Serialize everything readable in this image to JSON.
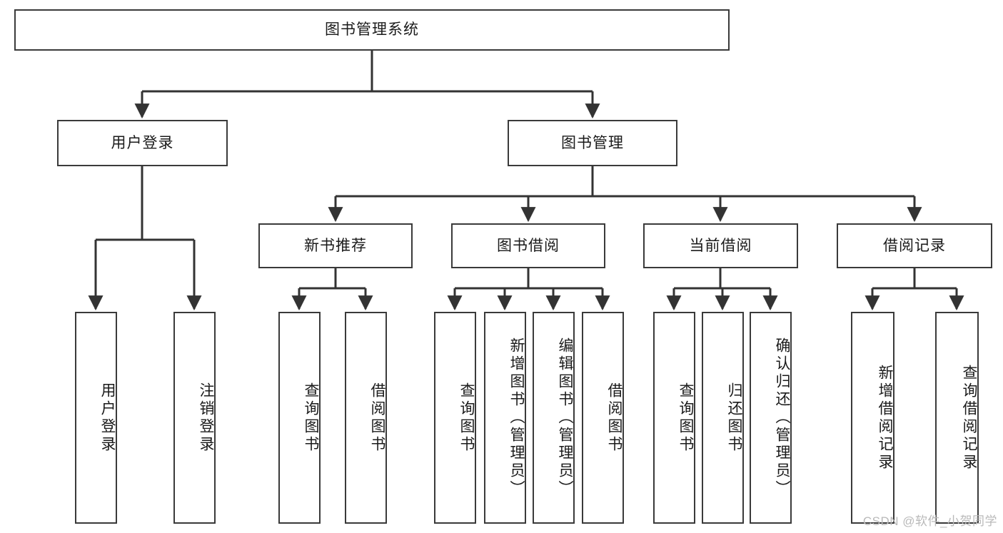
{
  "diagram": {
    "title": "图书管理系统",
    "type": "tree",
    "watermark": "CSDN @软件_小贺同学",
    "colors": {
      "box_border": "#3a3a3a",
      "box_fill": "#ffffff",
      "connector": "#333333",
      "text": "#1a1a1a",
      "watermark": "#b9b9b9"
    },
    "levels": {
      "root": {
        "label": "图书管理系统"
      },
      "level2": [
        {
          "label": "用户登录"
        },
        {
          "label": "图书管理"
        }
      ],
      "level3": [
        {
          "label": "新书推荐"
        },
        {
          "label": "图书借阅"
        },
        {
          "label": "当前借阅"
        },
        {
          "label": "借阅记录"
        }
      ],
      "leaves": {
        "user_login": [
          {
            "label": "用户登录"
          },
          {
            "label": "注销登录"
          }
        ],
        "new_book_recommend": [
          {
            "label": "查询图书"
          },
          {
            "label": "借阅图书"
          }
        ],
        "book_borrow": [
          {
            "label": "查询图书"
          },
          {
            "label": "新增图书（管理员）"
          },
          {
            "label": "编辑图书（管理员）"
          },
          {
            "label": "借阅图书"
          }
        ],
        "current_borrow": [
          {
            "label": "查询图书"
          },
          {
            "label": "归还图书"
          },
          {
            "label": "确认归还（管理员）"
          }
        ],
        "borrow_record": [
          {
            "label": "新增借阅记录"
          },
          {
            "label": "查询借阅记录"
          }
        ]
      }
    }
  }
}
